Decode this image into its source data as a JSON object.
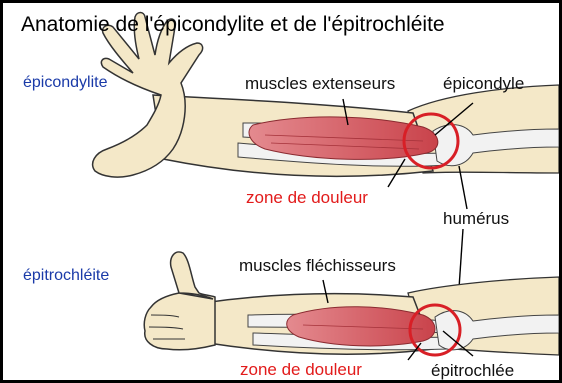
{
  "title": "Anatomie de l'épicondylite et de l'épitrochléite",
  "colors": {
    "label_blue": "#1a3aa8",
    "label_red": "#e21b1b",
    "skin": "#f4e8c8",
    "muscle": "#d4525a",
    "bone": "#f2f2f2",
    "outline": "#333333"
  },
  "top_panel": {
    "condition_label": "épicondylite",
    "muscles_label": "muscles extenseurs",
    "epicondyle_label": "épicondyle",
    "pain_zone_label": "zone de douleur"
  },
  "shared": {
    "humerus_label": "humérus"
  },
  "bottom_panel": {
    "condition_label": "épitrochléite",
    "muscles_label": "muscles fléchisseurs",
    "pain_zone_label": "zone de douleur",
    "epitrochlea_label": "épitrochlée"
  }
}
